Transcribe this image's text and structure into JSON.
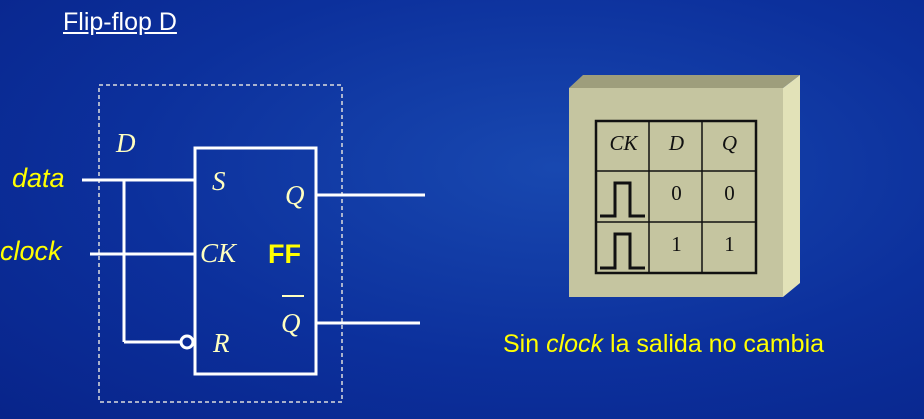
{
  "title": "Flip-flop D",
  "inputs": {
    "data": "data",
    "clock": "clock"
  },
  "block": {
    "d_label": "D",
    "s": "S",
    "ck": "CK",
    "r": "R",
    "q": "Q",
    "qbar": "Q",
    "name": "FF"
  },
  "table": {
    "headers": [
      "CK",
      "D",
      "Q"
    ],
    "rows": [
      {
        "ck": "pulse-icon",
        "d": "0",
        "q": "0"
      },
      {
        "ck": "pulse-icon",
        "d": "1",
        "q": "1"
      }
    ]
  },
  "caption": {
    "pre": "Sin ",
    "em": "clock",
    "post": " la salida no cambia"
  },
  "colors": {
    "background": "#0c309c",
    "accent": "#ffff00",
    "panel": "#c5c5a0"
  }
}
